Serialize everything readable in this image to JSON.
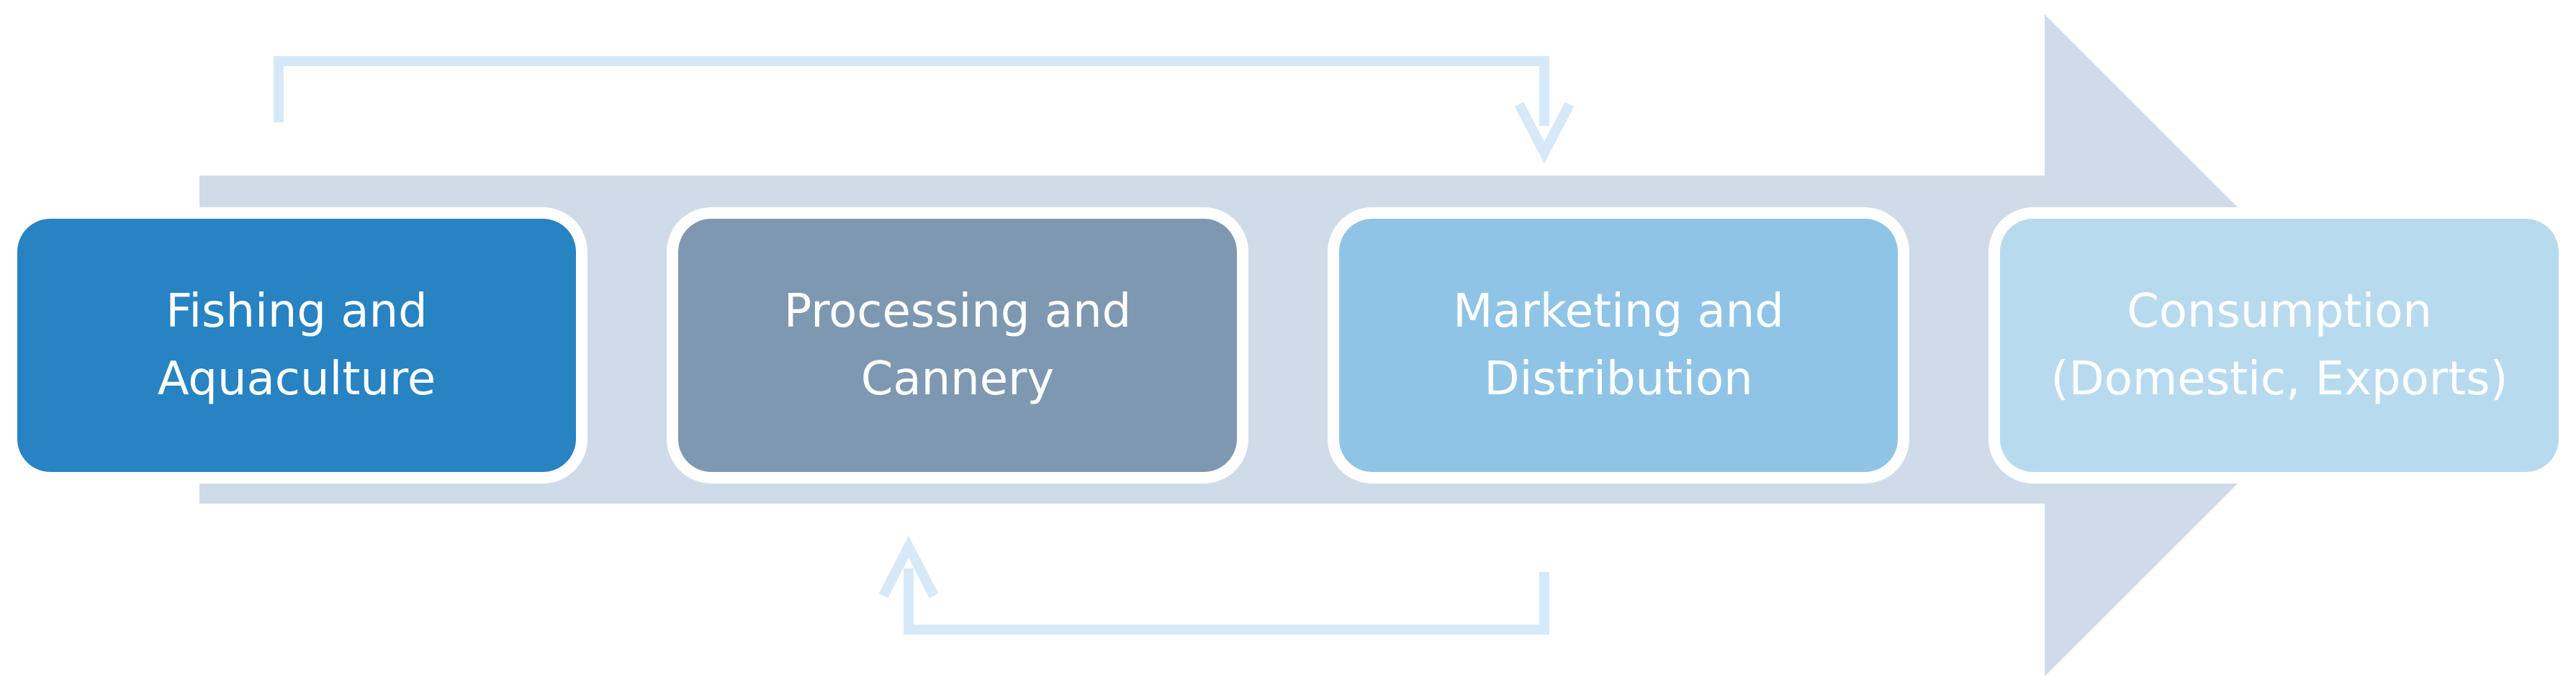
{
  "colors": {
    "background": "#ffffff",
    "main_arrow": "#cfdbe8",
    "feedback_arrows": "#d6e9f8"
  },
  "stages": [
    {
      "line1": "Fishing and",
      "line2": "Aquaculture",
      "fill": "#2783c2"
    },
    {
      "line1": "Processing and",
      "line2": "Cannery",
      "fill": "#7e98b1"
    },
    {
      "line1": "Marketing and",
      "line2": "Distribution",
      "fill": "#8fc4e6"
    },
    {
      "line1": "Consumption",
      "line2": "(Domestic, Exports)",
      "fill": "#b8daef"
    }
  ]
}
